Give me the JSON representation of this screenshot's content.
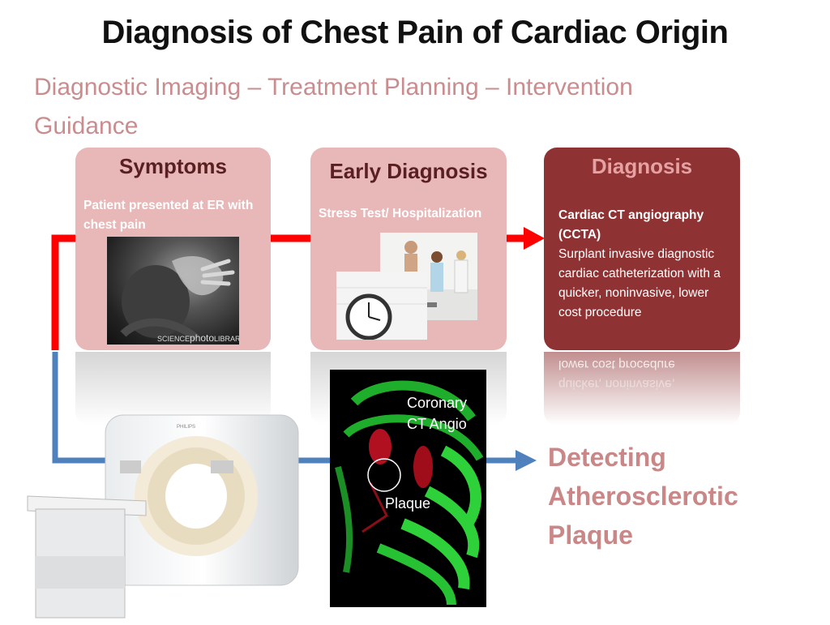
{
  "slide": {
    "title": "Diagnosis of Chest Pain of Cardiac Origin",
    "subtitle": "Diagnostic Imaging – Treatment Planning – Intervention Guidance"
  },
  "cards": {
    "symptoms": {
      "heading": "Symptoms",
      "text": "Patient presented at ER with chest pain",
      "photo_credit_a": "SCIENCE",
      "photo_credit_b": "photo",
      "photo_credit_c": "LIBRARY"
    },
    "early": {
      "heading": "Early Diagnosis",
      "text": "Stress Test/ Hospitalization"
    },
    "diagnosis": {
      "heading": "Diagnosis",
      "bold_text": "Cardiac CT angiography (CCTA)",
      "text": "Surplant invasive diagnostic cardiac catheterization with a quicker, noninvasive, lower cost procedure",
      "reflection_line_1": "lower cost procedure",
      "reflection_line_2": "quicker, noninvasive,"
    }
  },
  "ct_image": {
    "label_1": "Coronary",
    "label_2": "CT Angio",
    "plaque_label": "Plaque"
  },
  "scanner": {
    "brand": "PHILIPS"
  },
  "outcome": {
    "line_1": "Detecting",
    "line_2": "Atherosclerotic",
    "line_3": "Plaque"
  },
  "colors": {
    "red_arrow": "#ff0000",
    "blue_arrow": "#4f81bd",
    "card_pink": "#e8b8b9",
    "card_dark": "#8f3233",
    "subtitle": "#c98d8f"
  }
}
